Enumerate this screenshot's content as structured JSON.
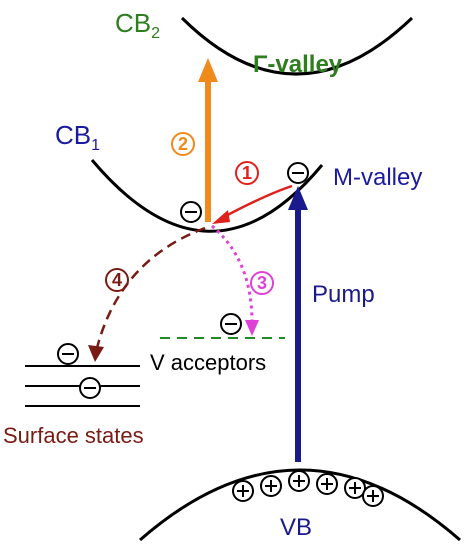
{
  "bands": {
    "cb2": {
      "main": "CB",
      "sub": "2"
    },
    "cb1": {
      "main": "CB",
      "sub": "1"
    },
    "vb": "VB",
    "gamma_valley": "Γ-valley",
    "m_valley": "M-valley"
  },
  "labels": {
    "pump": "Pump",
    "v_acceptors": "V acceptors",
    "surface_states": "Surface states"
  },
  "steps": [
    "1",
    "2",
    "3",
    "4"
  ],
  "colors": {
    "cb2_label": "#2e7d1f",
    "gamma_label": "#2e7d1f",
    "cb1_label": "#1a1aa0",
    "m_label": "#1a1aa0",
    "pump_arrow": "#1a1a8c",
    "pump_label": "#1a1a8c",
    "vb_label": "#1a1a8c",
    "step1": "#e0201a",
    "step2": "#f08a1c",
    "step3": "#e040d8",
    "step4": "#7a1a14",
    "surface_label": "#7a1a14",
    "bands": "#000000"
  },
  "carriers": {
    "electron_symbol": "⊖",
    "hole_symbol": "⊕",
    "hole_count": 6
  }
}
